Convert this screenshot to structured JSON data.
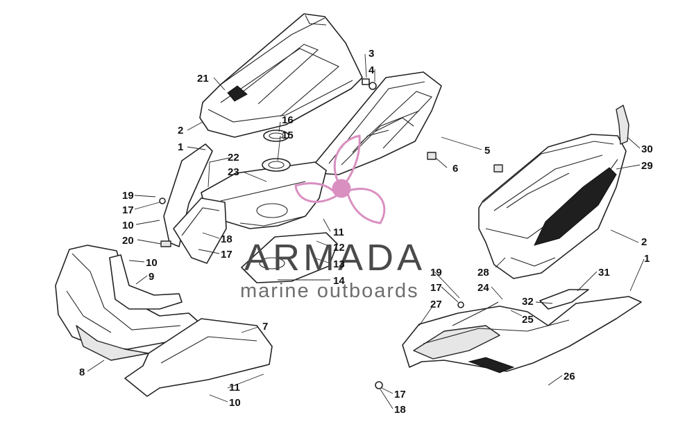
{
  "watermark": {
    "brand": "ARMADA",
    "tagline": "marine outboards",
    "logo_color": "#d98fc0"
  },
  "callouts": [
    {
      "id": "c3",
      "label": "3"
    },
    {
      "id": "c4",
      "label": "4"
    },
    {
      "id": "c21",
      "label": "21"
    },
    {
      "id": "c16",
      "label": "16"
    },
    {
      "id": "c15",
      "label": "15"
    },
    {
      "id": "c2a",
      "label": "2"
    },
    {
      "id": "c1a",
      "label": "1"
    },
    {
      "id": "c22",
      "label": "22"
    },
    {
      "id": "c23",
      "label": "23"
    },
    {
      "id": "c5",
      "label": "5"
    },
    {
      "id": "c6",
      "label": "6"
    },
    {
      "id": "c30",
      "label": "30"
    },
    {
      "id": "c29",
      "label": "29"
    },
    {
      "id": "c19a",
      "label": "19"
    },
    {
      "id": "c17a",
      "label": "17"
    },
    {
      "id": "c10a",
      "label": "10"
    },
    {
      "id": "c20",
      "label": "20"
    },
    {
      "id": "c18a",
      "label": "18"
    },
    {
      "id": "c17b",
      "label": "17"
    },
    {
      "id": "c11a",
      "label": "11"
    },
    {
      "id": "c12",
      "label": "12"
    },
    {
      "id": "c13",
      "label": "13"
    },
    {
      "id": "c14",
      "label": "14"
    },
    {
      "id": "c2b",
      "label": "2"
    },
    {
      "id": "c10b",
      "label": "10"
    },
    {
      "id": "c9",
      "label": "9"
    },
    {
      "id": "c28",
      "label": "28"
    },
    {
      "id": "c1b",
      "label": "1"
    },
    {
      "id": "c31",
      "label": "31"
    },
    {
      "id": "c19b",
      "label": "19"
    },
    {
      "id": "c17c",
      "label": "17"
    },
    {
      "id": "c24",
      "label": "24"
    },
    {
      "id": "c27",
      "label": "27"
    },
    {
      "id": "c32",
      "label": "32"
    },
    {
      "id": "c25",
      "label": "25"
    },
    {
      "id": "c7",
      "label": "7"
    },
    {
      "id": "c8",
      "label": "8"
    },
    {
      "id": "c11b",
      "label": "11"
    },
    {
      "id": "c10c",
      "label": "10"
    },
    {
      "id": "c26",
      "label": "26"
    },
    {
      "id": "c17d",
      "label": "17"
    },
    {
      "id": "c18b",
      "label": "18"
    }
  ]
}
